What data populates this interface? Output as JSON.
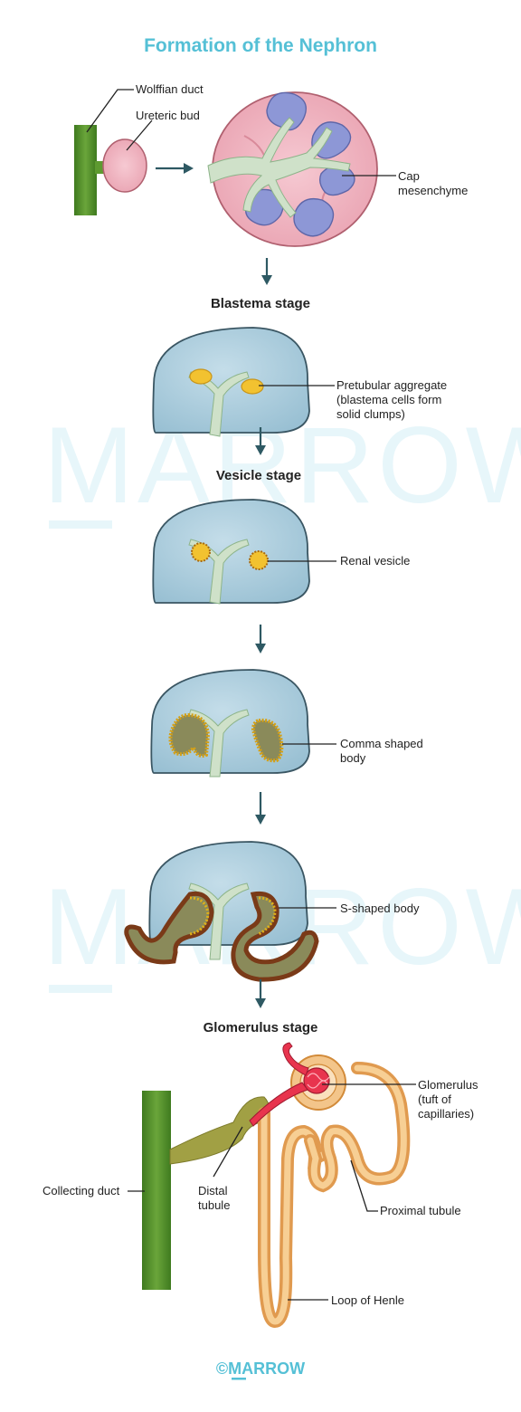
{
  "title": "Formation of the Nephron",
  "watermark": "MARROW",
  "logo": "©MARROW",
  "stages": {
    "blastema": "Blastema stage",
    "vesicle": "Vesicle stage",
    "glomerulus": "Glomerulus stage"
  },
  "labels": {
    "wolffian_duct": "Wolffian duct",
    "ureteric_bud": "Ureteric bud",
    "cap_mesenchyme_1": "Cap",
    "cap_mesenchyme_2": "mesenchyme",
    "pretubular_1": "Pretubular aggregate",
    "pretubular_2": "(blastema cells form",
    "pretubular_3": "solid clumps)",
    "renal_vesicle": "Renal vesicle",
    "comma_1": "Comma shaped",
    "comma_2": "body",
    "s_shaped": "S-shaped body",
    "glomerulus_1": "Glomerulus",
    "glomerulus_2": "(tuft of",
    "glomerulus_3": "capillaries)",
    "collecting_duct": "Collecting duct",
    "distal_1": "Distal",
    "distal_2": "tubule",
    "proximal": "Proximal tubule",
    "loop": "Loop of Henle"
  },
  "colors": {
    "title": "#55c0d6",
    "duct_green": "#4e8a2a",
    "bud_pink": "#efb0bd",
    "cap_blue": "#8d97d6",
    "blastema_blue": "#aecfdf",
    "tubule_orange": "#f0be7c",
    "capillary_red": "#e8344e",
    "arrow": "#2e5963"
  }
}
